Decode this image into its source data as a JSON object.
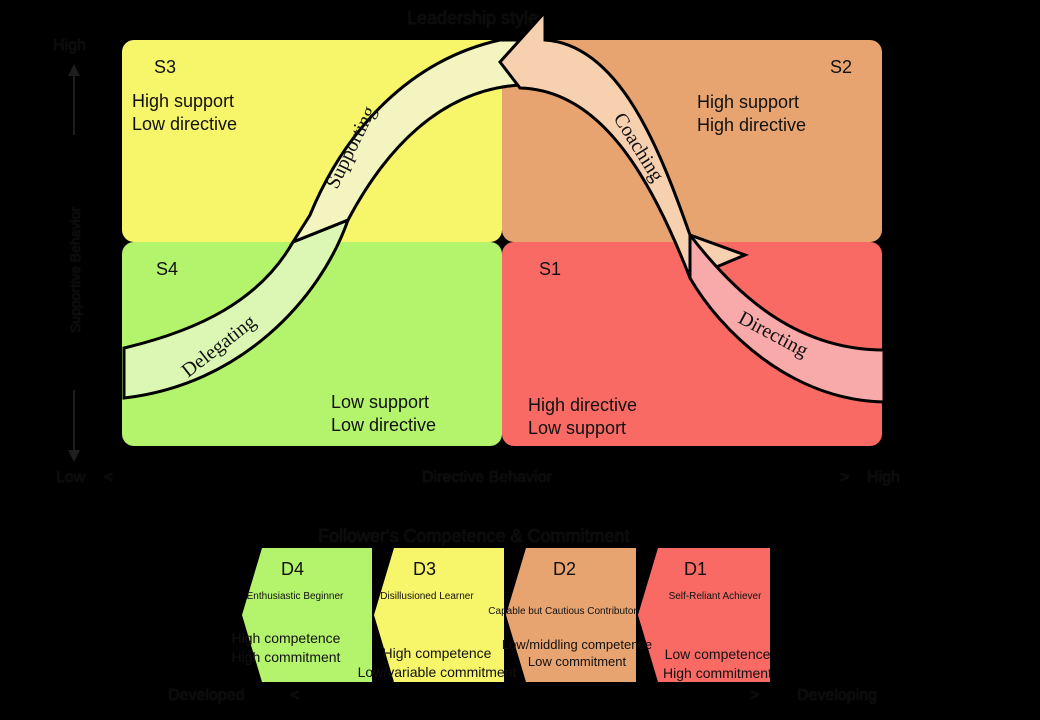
{
  "title": "Leadership styles",
  "y_axis": {
    "label": "Supportive Behavior",
    "high": "High",
    "low": "Low"
  },
  "x_axis": {
    "label": "Directive Behavior",
    "low_arrow": "<",
    "high_arrow": ">",
    "high": "High"
  },
  "quadrants": {
    "s3": {
      "label": "S3",
      "text": "High support\nLow directive",
      "color": "#f7f56a"
    },
    "s2": {
      "label": "S2",
      "text": "High support\nHigh directive",
      "color": "#e8a470"
    },
    "s4": {
      "label": "S4",
      "text": "Low support\nLow directive",
      "color": "#b4f46c"
    },
    "s1": {
      "label": "S1",
      "text": "High directive\nLow support",
      "color": "#f96a65"
    }
  },
  "arrows": {
    "supporting": "Supporting",
    "coaching": "Coaching",
    "delegating": "Delegating",
    "directing": "Directing"
  },
  "follower": {
    "title": "Follower's Competence & Commitment",
    "stages": [
      {
        "code": "D4",
        "name": "Enthusiastic Beginner",
        "desc": "High competence\nHigh commitment",
        "color": "#b4f46c"
      },
      {
        "code": "D3",
        "name": "Disillusioned Learner",
        "desc": "High competence\nLow/variable commitment",
        "color": "#f7f56a"
      },
      {
        "code": "D2",
        "name": "Capable but Cautious Contributor",
        "desc": "Low/middling competence\nLow commitment",
        "color": "#e8a470"
      },
      {
        "code": "D1",
        "name": "Self-Reliant Achiever",
        "desc": "Low competence\nHigh commitment",
        "color": "#f96a65"
      }
    ],
    "developed": "Developed",
    "developing": "Developing",
    "left_arrow": "<",
    "right_arrow": ">"
  }
}
